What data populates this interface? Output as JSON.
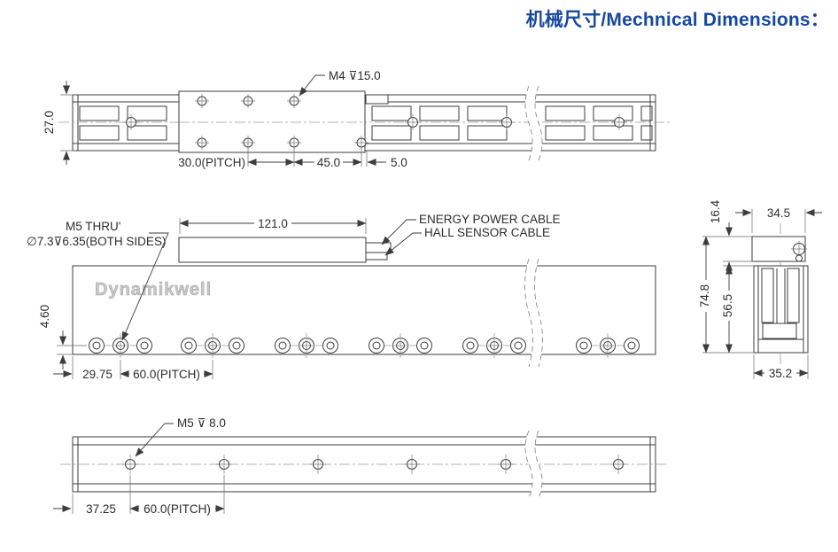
{
  "title": "机械尺寸/Mechnical Dimensions：",
  "watermark": "Dynamikwell",
  "colors": {
    "title_blue": "#17489e",
    "line_dark": "#3d3d3d",
    "watermark_gray": "#c8c8c8"
  },
  "top_view": {
    "thread_callout": "M4 ⊽15.0",
    "height": "27.0",
    "pitch": "30.0(PITCH)",
    "length_45": "45.0",
    "offset_5": "5.0"
  },
  "side_view": {
    "hole_callout_line1": "M5 THRU'",
    "hole_callout_line2": "∅7.3⊽6.35(BOTH SIDES)",
    "slider_length": "121.0",
    "cable_label_1": "ENERGY POWER CABLE",
    "cable_label_2": "HALL SENSOR CABLE",
    "edge_offset": "4.60",
    "first_hole_offset": "29.75",
    "pitch": "60.0(PITCH)"
  },
  "end_view": {
    "top_height": "16.4",
    "top_width": "34.5",
    "total_height": "74.8",
    "body_height": "56.5",
    "base_width": "35.2"
  },
  "bottom_view": {
    "thread_callout": "M5 ⊽ 8.0",
    "first_hole_offset": "37.25",
    "pitch": "60.0(PITCH)"
  }
}
